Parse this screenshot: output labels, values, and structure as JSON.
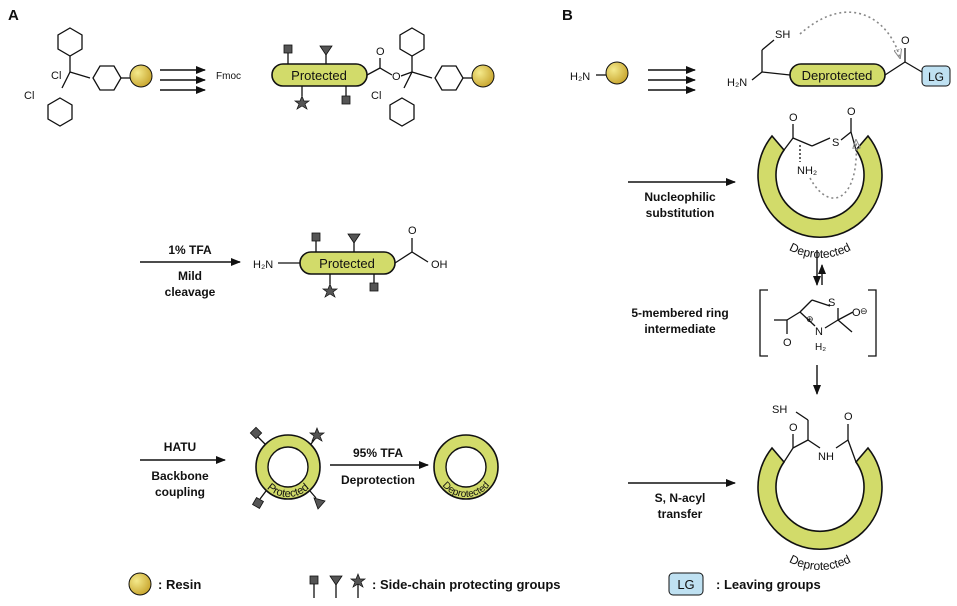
{
  "panels": {
    "a": "A",
    "b": "B"
  },
  "colors": {
    "peptide": "#d2db6a",
    "resin_light": "#f4ea8c",
    "resin_dark": "#c8a52e",
    "leaving_group": "#bfe1f2",
    "dots": "#888888"
  },
  "panel_a": {
    "resin_linker_atoms": {
      "cl_center": "Cl",
      "cl_ring": "Cl"
    },
    "resin_ester_cl": "Cl",
    "fmoc": "Fmoc",
    "protected": "Protected",
    "deprotected": "Deprotected",
    "step1": {
      "reagent": "1% TFA",
      "label_line1": "Mild",
      "label_line2": "cleavage"
    },
    "amine": "H₂N",
    "acid_o": "O",
    "acid_oh": "OH",
    "ester_o1": "O",
    "ester_o2": "O",
    "step2": {
      "reagent": "HATU",
      "label_line1": "Backbone",
      "label_line2": "coupling"
    },
    "step3": {
      "reagent": "95% TFA",
      "label": "Deprotection"
    }
  },
  "panel_b": {
    "amine_resin": "H₂N",
    "sh": "SH",
    "h2n": "H₂N",
    "deprotected": "Deprotected",
    "carbonyl_o": "O",
    "lg": "LG",
    "step1": {
      "label_line1": "Nucleophilic",
      "label_line2": "substitution"
    },
    "thioester_o1": "O",
    "thioester_o2": "O",
    "s_atom": "S",
    "nh2": "NH₂",
    "intermediate": {
      "label_line1": "5-membered ring",
      "label_line2": "intermediate"
    },
    "int_s": "S",
    "int_n": "N",
    "int_h2": "H₂",
    "int_plus": "⊕",
    "int_o": "O",
    "int_minus": "⊖",
    "int_o2": "O",
    "step2": {
      "label_line1": "S, N-acyl",
      "label_line2": "transfer"
    },
    "prod_sh": "SH",
    "prod_o1": "O",
    "prod_o2": "O",
    "prod_nh": "NH"
  },
  "legend": {
    "resin": ": Resin",
    "protecting": ": Side-chain protecting groups",
    "lg": "LG",
    "leaving": ": Leaving groups"
  }
}
